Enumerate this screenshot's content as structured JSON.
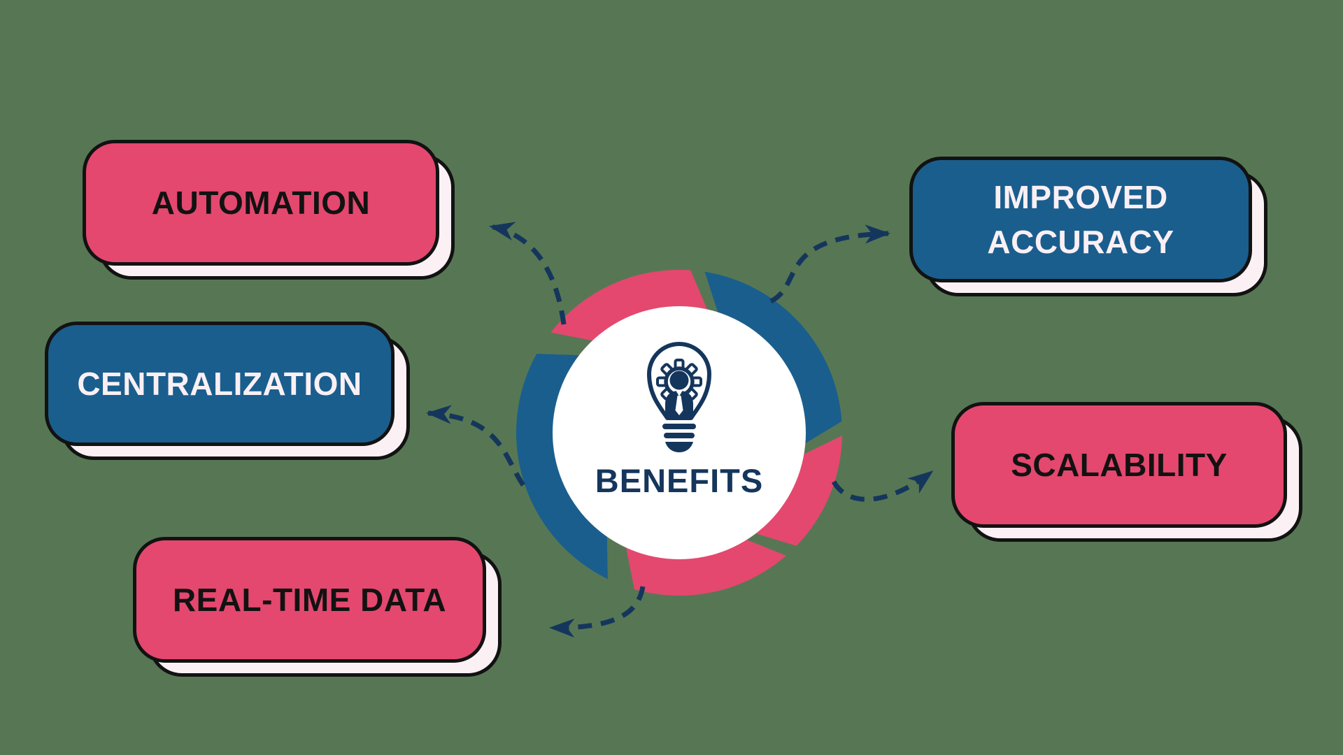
{
  "center": {
    "title": "BENEFITS",
    "icon": "businessman-gear-lightbulb-icon"
  },
  "benefits": {
    "items": [
      {
        "label": "AUTOMATION",
        "color": "#e4486e",
        "text_color": "#121212",
        "position": "top-left"
      },
      {
        "label": "CENTRALIZATION",
        "color": "#1a5e8e",
        "text_color": "#faf0f4",
        "position": "middle-left"
      },
      {
        "label": "REAL-TIME DATA",
        "color": "#e4486e",
        "text_color": "#121212",
        "position": "bottom-left"
      },
      {
        "label": "IMPROVED ACCURACY",
        "color": "#1a5e8e",
        "text_color": "#faf0f4",
        "position": "top-right"
      },
      {
        "label": "SCALABILITY",
        "color": "#e4486e",
        "text_color": "#121212",
        "position": "middle-right"
      }
    ]
  },
  "arrows": [
    {
      "from": "benefits-hub",
      "to": "AUTOMATION"
    },
    {
      "from": "benefits-hub",
      "to": "CENTRALIZATION"
    },
    {
      "from": "benefits-hub",
      "to": "REAL-TIME DATA"
    },
    {
      "from": "benefits-hub",
      "to": "IMPROVED ACCURACY"
    },
    {
      "from": "benefits-hub",
      "to": "SCALABILITY"
    }
  ],
  "colors": {
    "background": "#577754",
    "pink": "#e4486e",
    "blue": "#1a5e8e",
    "navy": "#15365c",
    "outline": "#121212",
    "card_shadow": "#fbf1f5",
    "hub_circle": "#ffffff"
  }
}
